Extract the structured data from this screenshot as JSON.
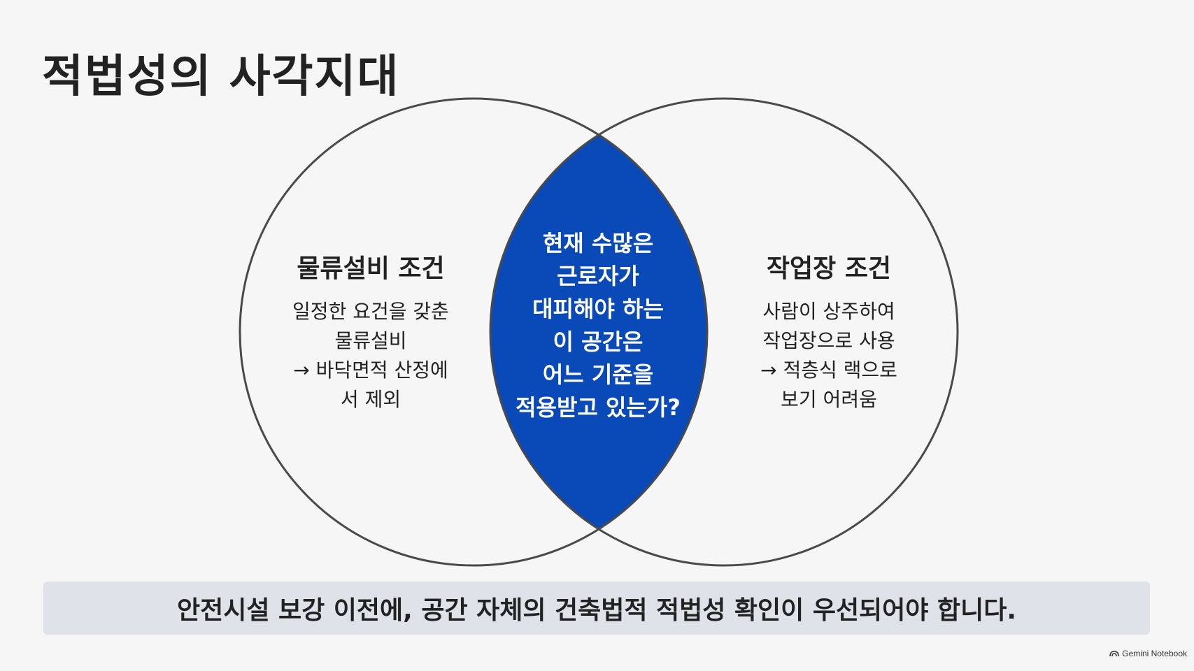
{
  "title": "적법성의 사각지대",
  "venn": {
    "left": {
      "heading": "물류설비 조건",
      "lines": [
        "일정한 요건을 갖춘",
        "물류설비",
        "→ 바닥면적 산정에",
        "서 제외"
      ]
    },
    "right": {
      "heading": "작업장 조건",
      "lines": [
        "사람이 상주하여",
        "작업장으로 사용",
        "→ 적층식 랙으로",
        "보기 어려움"
      ]
    },
    "center": {
      "lines": [
        "현재 수많은",
        "근로자가",
        "대피해야 하는",
        "이 공간은",
        "어느 기준을",
        "적용받고 있는가?"
      ]
    },
    "colors": {
      "intersection": "#0a4ab8",
      "circle_stroke": "#4a4a4a",
      "background": "#f6f6f6"
    }
  },
  "banner": {
    "text": "안전시설 보강 이전에, 공간 자체의 건축법적 적법성 확인이 우선되어야 합니다."
  },
  "brand": {
    "label": "Gemini Notebook",
    "icon": "gemini-notebook-logo-icon"
  }
}
